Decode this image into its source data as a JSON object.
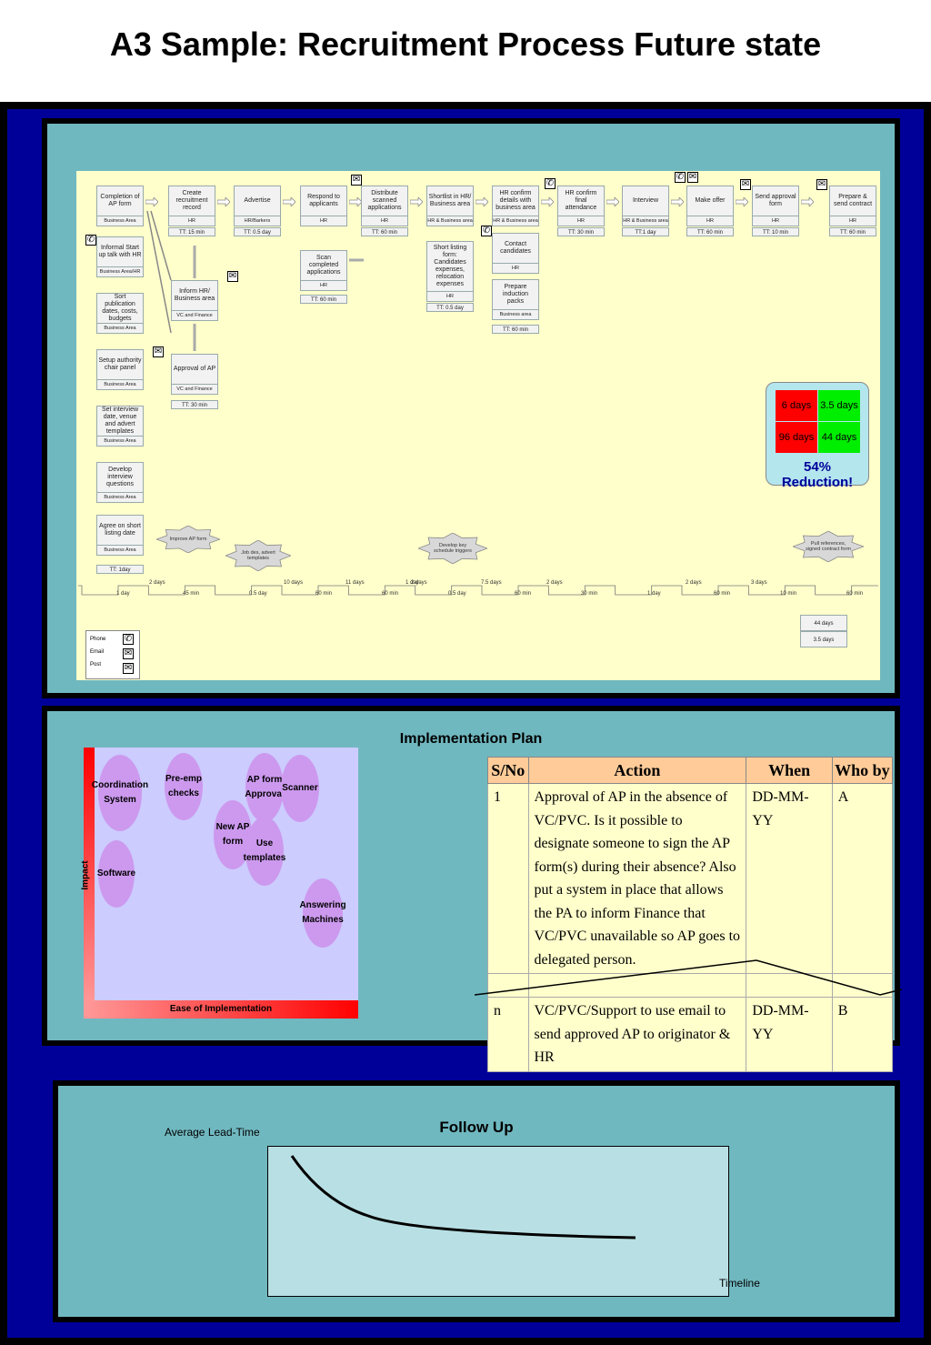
{
  "title": "A3 Sample: Recruitment Process Future state",
  "vsm": {
    "processes": [
      {
        "name": "Completion of AP form",
        "owner": "Business Area"
      },
      {
        "name": "Create recruitment record",
        "owner": "HR"
      },
      {
        "name": "Advertise",
        "owner": "HR/Barkers"
      },
      {
        "name": "Respond to applicants",
        "owner": "HR"
      },
      {
        "name": "Distribute scanned applications",
        "owner": "HR"
      },
      {
        "name": "Shortlist in HR/ Business area",
        "owner": "HR & Business area"
      },
      {
        "name": "HR confirm details with business area",
        "owner": "HR & Business area"
      },
      {
        "name": "HR confirm final attendance",
        "owner": "HR"
      },
      {
        "name": "Interview",
        "owner": "HR & Business area"
      },
      {
        "name": "Make offer",
        "owner": "HR"
      },
      {
        "name": "Send approval form",
        "owner": "HR"
      },
      {
        "name": "Prepare & send contract",
        "owner": "HR"
      }
    ],
    "top_tt": [
      "TT: 15 min",
      "TT: 0.5 day",
      "TT: 60 min",
      "TT: 30 min",
      "TT:1 day",
      "TT: 60 min",
      "TT: 10 min",
      "TT: 60 min"
    ],
    "left_processes": [
      {
        "name": "Informal Start up talk with HR",
        "owner": "Business Area/HR"
      },
      {
        "name": "Sort publication dates, costs, budgets",
        "owner": "Business Area"
      },
      {
        "name": "Setup authority chair panel",
        "owner": "Business Area"
      },
      {
        "name": "Set interview date, venue and advert templates",
        "owner": "Business Area"
      },
      {
        "name": "Develop interview questions",
        "owner": "Business Area"
      },
      {
        "name": "Agree on short listing date",
        "owner": "Business Area"
      }
    ],
    "left_tt": "TT: 1day",
    "inform": {
      "name": "Inform HR/ Business area",
      "owner": "VC and Finance"
    },
    "approval": {
      "name": "Approval of AP",
      "owner": "VC and Finance",
      "tt": "TT: 30 min"
    },
    "scan": {
      "name": "Scan completed applications",
      "owner": "HR",
      "tt": "TT: 60 min"
    },
    "shortform": {
      "name": "Short listing form: Candidates expenses, relocation expenses",
      "owner": "HR",
      "tt": "TT: 0.5 day"
    },
    "contact": {
      "name": "Contact candidates",
      "owner": "HR"
    },
    "induction": {
      "name": "Prepare induction packs",
      "owner": "Business area",
      "tt": "TT: 60 min"
    },
    "kaizen": [
      "Improve AP form",
      "Job des, advert templates",
      "Develop key schedule triggers",
      "Pull references, signed contract form"
    ],
    "timeline_up": [
      "2 days",
      "10 days",
      "11 days",
      "1 day",
      "2 days",
      "7.5 days",
      "2 days",
      "2 days",
      "3 days"
    ],
    "timeline_down": [
      "1 day",
      "45 min",
      "0.5 day",
      "60 min",
      "60 min",
      "0.5 day",
      "60 min",
      "30 min",
      "1 day",
      "60 min",
      "10 min",
      "60 min"
    ],
    "totals": [
      "44 days",
      "3.5 days"
    ],
    "results": {
      "a": "6 days",
      "b": "3.5 days",
      "c": "96 days",
      "d": "44 days",
      "note": "54% Reduction!"
    },
    "legend": [
      "Phone",
      "Email",
      "Post"
    ],
    "colors": {
      "red": "#ff0000",
      "green": "#00ee00"
    }
  },
  "impl": {
    "title": "Implementation Plan",
    "matrix": {
      "ylabel": "Impact",
      "xlabel": "Ease of Implementation",
      "bubbles": [
        "Coordination System",
        "Pre-emp checks",
        "AP form Approval",
        "Scanner",
        "New AP form",
        "Use templates",
        "Software",
        "Answering Machines"
      ]
    },
    "headers": [
      "S/No",
      "Action",
      "When",
      "Who by"
    ],
    "rows": [
      {
        "no": "1",
        "action": "Approval of AP in the absence of VC/PVC.  Is it possible to designate someone to sign the AP form(s) during their absence? Also put a system in place that allows the PA to inform Finance that VC/PVC unavailable so AP goes to delegated person.",
        "when": "DD-MM-YY",
        "who": "A"
      },
      {
        "no": "n",
        "action": "VC/PVC/Support to use email to send approved AP to originator & HR",
        "when": "DD-MM-YY",
        "who": "B"
      }
    ]
  },
  "follow": {
    "title": "Follow Up",
    "ylabel": "Average Lead-Time",
    "xlabel": "Timeline"
  }
}
